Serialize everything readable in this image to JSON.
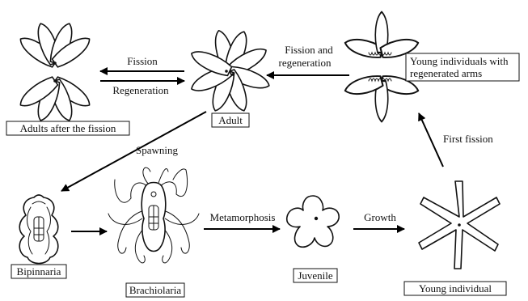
{
  "labels": {
    "adults_after_fission": "Adults after the fission",
    "adult": "Adult",
    "young_regen_line1": "Young individuals with",
    "young_regen_line2": "regenerated arms",
    "bipinnaria": "Bipinnaria",
    "brachiolaria": "Brachiolaria",
    "juvenile": "Juvenile",
    "young_individual": "Young individual"
  },
  "arrows": {
    "fission": "Fission",
    "regeneration": "Regeneration",
    "fission_and_regen_line1": "Fission and",
    "fission_and_regen_line2": "regeneration",
    "spawning": "Spawning",
    "first_fission": "First fission",
    "metamorphosis": "Metamorphosis",
    "growth": "Growth"
  }
}
